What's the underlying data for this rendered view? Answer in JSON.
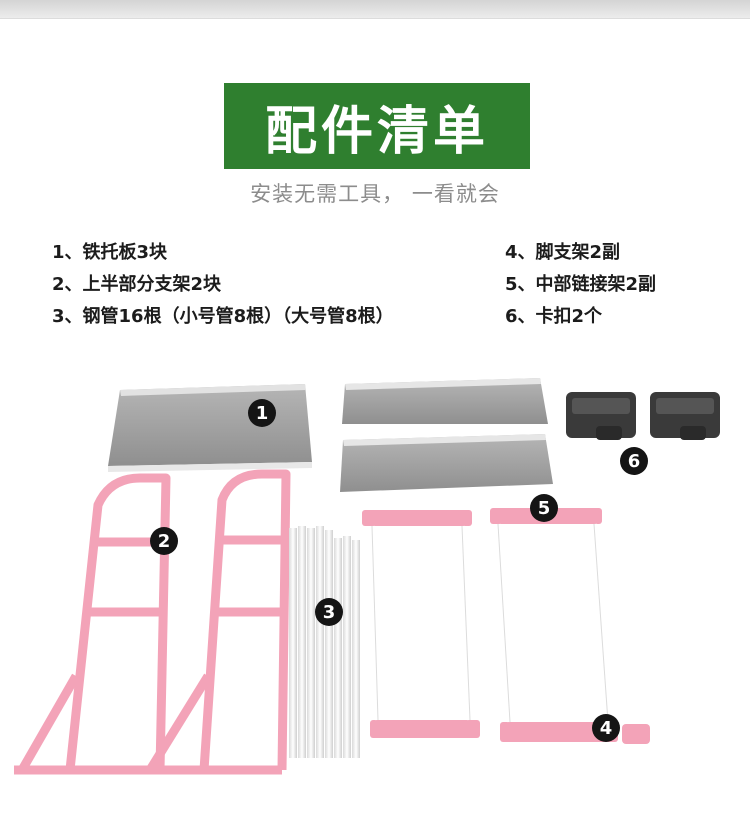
{
  "title": "配件清单",
  "subtitle": "安装无需工具， 一看就会",
  "parts_left": [
    "1、铁托板3块",
    "2、上半部分支架2块",
    "3、钢管16根（小号管8根）（大号管8根）"
  ],
  "parts_right": [
    "4、脚支架2副",
    "5、中部链接架2副",
    "6、卡扣2个"
  ],
  "markers": [
    "1",
    "2",
    "3",
    "4",
    "5",
    "6"
  ],
  "colors": {
    "banner": "#2f7f2f",
    "frame_pink": "#f3a3b8",
    "board_gray": "#9c9c9c",
    "clip_dark": "#3a3a3a"
  }
}
